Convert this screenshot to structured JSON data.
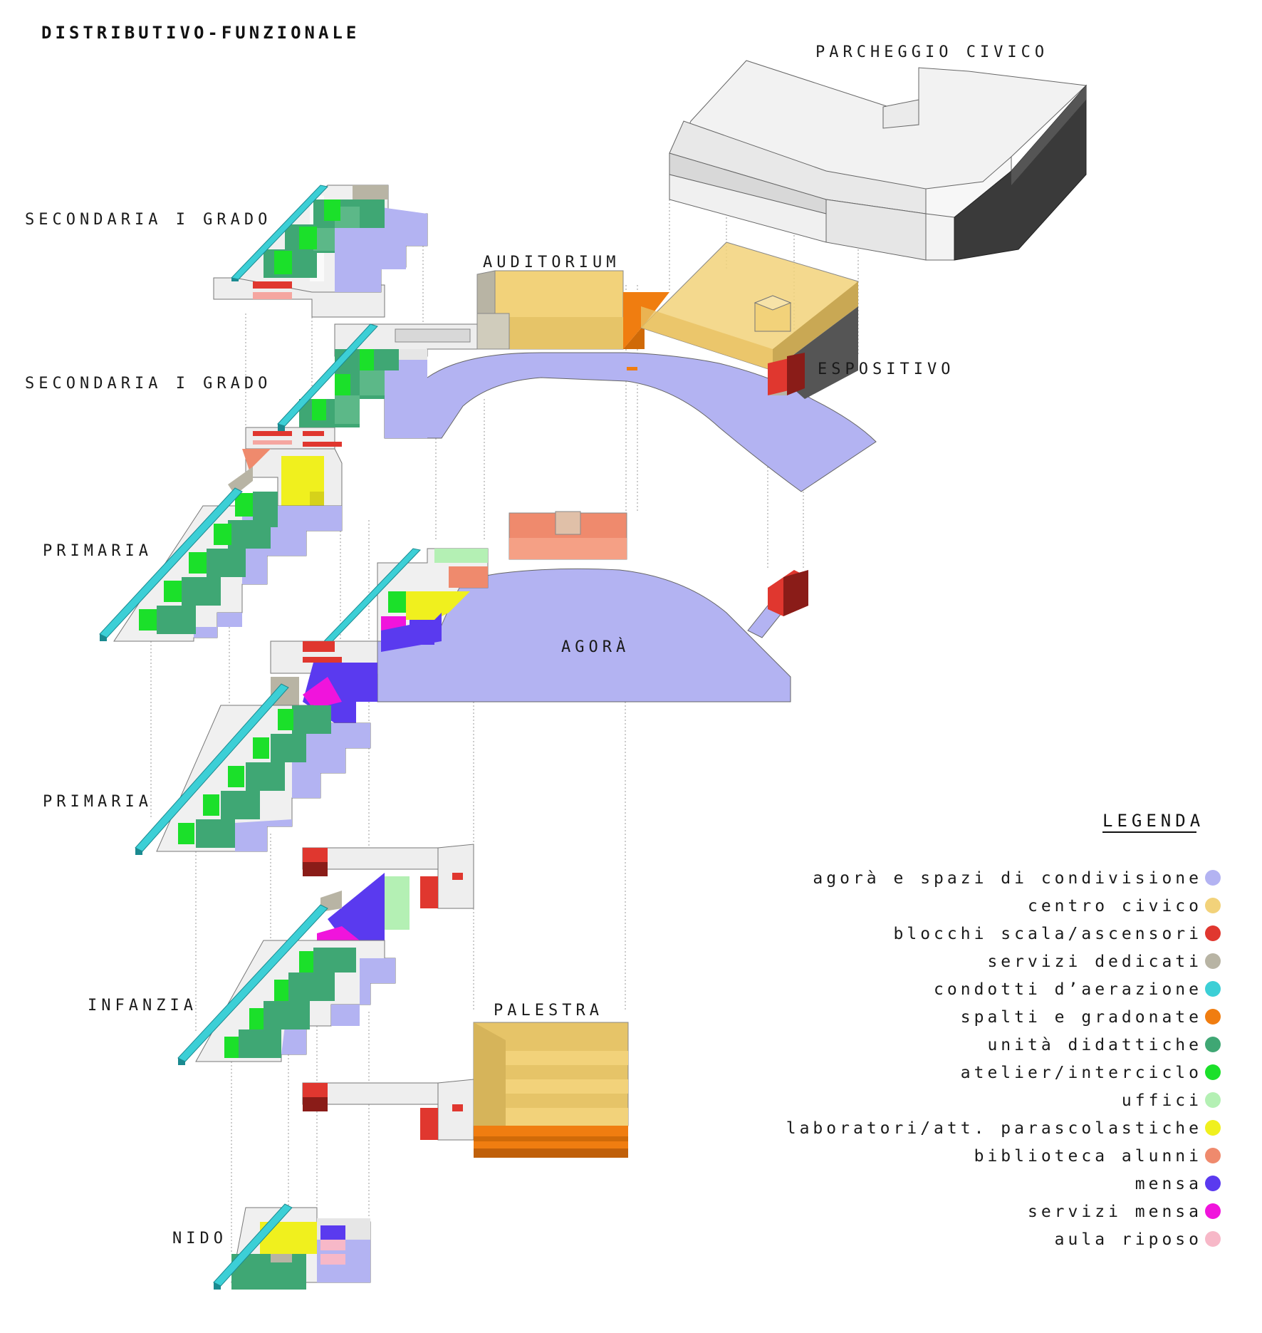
{
  "title": "DISTRIBUTIVO-FUNZIONALE",
  "labels": {
    "parcheggio": "PARCHEGGIO CIVICO",
    "secondaria_1": "SECONDARIA I GRADO",
    "secondaria_2": "SECONDARIA I GRADO",
    "auditorium": "AUDITORIUM",
    "espositivo": "ESPOSITIVO",
    "primaria_1": "PRIMARIA",
    "primaria_2": "PRIMARIA",
    "agora": "AGORÀ",
    "infanzia": "INFANZIA",
    "palestra": "PALESTRA",
    "nido": "NIDO"
  },
  "legend": {
    "title": "LEGENDA",
    "items": [
      {
        "label": "agorà e spazi di condivisione",
        "color": "#b3b3f2"
      },
      {
        "label": "centro civico",
        "color": "#f2d27a"
      },
      {
        "label": "blocchi scala/ascensori",
        "color": "#e0372f"
      },
      {
        "label": "servizi dedicati",
        "color": "#b8b4a4"
      },
      {
        "label": "condotti d’aerazione",
        "color": "#3ccfd6"
      },
      {
        "label": "spalti e gradonate",
        "color": "#f07d10"
      },
      {
        "label": "unità didattiche",
        "color": "#3fa774"
      },
      {
        "label": "atelier/interciclo",
        "color": "#1be02a"
      },
      {
        "label": "uffici",
        "color": "#b4f0b4"
      },
      {
        "label": "laboratori/att. parascolastiche",
        "color": "#f0f01e"
      },
      {
        "label": "biblioteca alunni",
        "color": "#ef8a6d"
      },
      {
        "label": "mensa",
        "color": "#5a3aef"
      },
      {
        "label": "servizi mensa",
        "color": "#f014dc"
      },
      {
        "label": "aula riposo",
        "color": "#f7b8c8"
      }
    ]
  }
}
